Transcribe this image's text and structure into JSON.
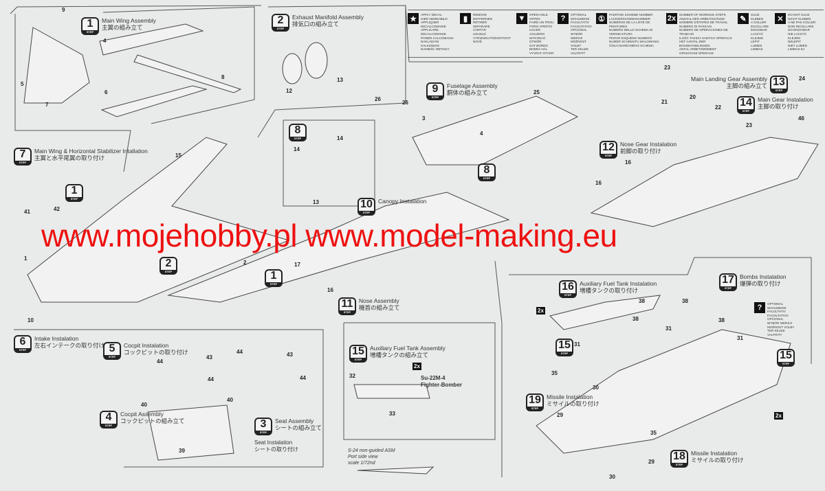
{
  "legend": [
    {
      "icon": "star-icon",
      "glyph": "★",
      "text": "APPLY DECAL\nHIER ABZIEHBILD\nAPPLIQUER DECALCOMANIE\nAPPLICARE DECALCOMANIE\nPONER CALCOMANIA\nNAKLADANI KALKOMANI\nNANIEŚĆ OBTISKY"
    },
    {
      "icon": "remove-icon",
      "glyph": "▮",
      "text": "REMOVE\nENTFERNEN\nRETIRER\nSEPARARE\nCORTAR\nUSUNĄĆ\nVYRIZNOUT/ODHOTOVIT NOVÉ"
    },
    {
      "icon": "open-hole-icon",
      "glyph": "▼",
      "text": "OPEN HOLE\nOFFEN\nFAIRE UN TROU\nFORO APERTO\nHACER AGUJERO\nWYKONAĆ OTWÓR\nGAT BOREN\nBODRA HÁL\nVYVRAT OTVOR"
    },
    {
      "icon": "optional-icon",
      "glyph": "?",
      "text": "OPTIONAL\nWAHLWEISE\nFACULTATIV\nFACOLTATIVO\nOPCIONAL\nWYBÓR WERSJI\nMOŽNOST VOLBY\nTER KEUZE\nVALFRITT"
    },
    {
      "icon": "painting-scheme-icon",
      "glyph": "①",
      "text": "PAINTING SCHEME NUMBER\nLACKIERSCHEMANUMMER\nNUMEROS DE LA LISTE DE PEINTURES\nNUMERO DELLO SCHEMA DI VERNICIATURA\nPINTAR ESQUEMA NUMERO\nNUMER SCHEMATU MALOWANIA\nČÍSLO BAREVNÉHO SCHÉMA"
    },
    {
      "icon": "two-x-icon",
      "glyph": "2x",
      "text": "NUMBER OF WORKING STEPS\nANZAHL DER ARBEITSGÄNGE\nNOMBRE D'ÉTAPES DE TRAVAIL\nNUMERO DI PASSAGI\nNUMERO DE OPERACIONES DE TRABAJO\nILOŚĆ TAKICH SAMYCH OPERACJI\nHET AANTAL DER BOUWHANDLINGEN\nANTAL ARBETSMOMENT\nOPAKOVANÍ OPERACE"
    },
    {
      "icon": "glue-icon",
      "glyph": "✎",
      "text": "GLUE\nKLEBEN\nA COLLER\nINCOLLARE\nENGOMAR\nLACZYĆ KLEJEM\nLEPIT\nLIJMEN\nLIMMAS"
    },
    {
      "icon": "do-not-glue-icon",
      "glyph": "✕",
      "text": "DO NOT GLUE\nNICHT KLEBEN\nA NE PAS COLLER\nNON INCOLLARE\nNO ENGOMAR\nNIE LACZYĆ KLEJEM\nNELEPIT\nNIET LIJMEN\nLIMMAS EJ"
    }
  ],
  "steps": [
    {
      "num": "1",
      "en": "Main Wing Assembly",
      "jp": "主翼の組み立て"
    },
    {
      "num": "2",
      "en": "Exhaust Manifold Assembly",
      "jp": "排気口の組み立て"
    },
    {
      "num": "7",
      "en": "Main Wing & Horizontal Stabilizer Intallation",
      "jp": "主翼と水平尾翼の取り付け"
    },
    {
      "num": "8",
      "en": "",
      "jp": ""
    },
    {
      "num": "9",
      "en": "Fuselage Assembly",
      "jp": "胴体の組み立て"
    },
    {
      "num": "8",
      "en": "",
      "jp": ""
    },
    {
      "num": "1",
      "en": "",
      "jp": ""
    },
    {
      "num": "10",
      "en": "Canopy Instalation",
      "jp": ""
    },
    {
      "num": "12",
      "en": "Nose Gear Instalation",
      "jp": "前脚の取り付け"
    },
    {
      "num": "13",
      "en": "Main Landing Gear Assembly",
      "jp": "主脚の組み立て"
    },
    {
      "num": "14",
      "en": "Main Gear Instalation",
      "jp": "主脚の取り付け"
    },
    {
      "num": "2",
      "en": "",
      "jp": ""
    },
    {
      "num": "1",
      "en": "",
      "jp": ""
    },
    {
      "num": "11",
      "en": "Nose Assembly",
      "jp": "機首の組み立て"
    },
    {
      "num": "6",
      "en": "Intake Instalation",
      "jp": "左右インテークの取り付け"
    },
    {
      "num": "5",
      "en": "Cocpit Instalation",
      "jp": "コックピットの取り付け"
    },
    {
      "num": "4",
      "en": "Cocpit Assembly",
      "jp": "コックピットの組み立て"
    },
    {
      "num": "3",
      "en": "Seat Assembly",
      "jp": "シートの組み立て"
    },
    {
      "num": "15",
      "en": "Auxiliary Fuel Tank Assembly",
      "jp": "増槽タンクの組み立て"
    },
    {
      "num": "16",
      "en": "Auxiliary Fuel Tank Instalation",
      "jp": "増槽タンクの取り付け"
    },
    {
      "num": "17",
      "en": "Bombs Instalation",
      "jp": "爆弾の取り付け"
    },
    {
      "num": "15",
      "en": "",
      "jp": ""
    },
    {
      "num": "15",
      "en": "",
      "jp": ""
    },
    {
      "num": "19",
      "en": "Missile Instalation",
      "jp": "ミサイルの取り付け"
    },
    {
      "num": "18",
      "en": "Missile Instalation",
      "jp": "ミサイルの取り付け"
    }
  ],
  "step_label": "STEP",
  "seat_install": {
    "en": "Seat Instalation",
    "jp": "シートの取り付け"
  },
  "aircraft_caption": {
    "name": "Su-22M-4",
    "role": "Fighter-Bomber"
  },
  "asm_caption": [
    "S-24 non-guided ASM",
    "Port side view",
    "scale 1/72nd"
  ],
  "optional_note": "OPTIONAL\nWAHLWEISE\nFACULTATIV\nFACOLTATIVO\nOPCIONAL\nWYBÓR WERSJI\nMOŽNOST VOLBY\nTER KEUZE\nVALFRITT",
  "two_x": "2x",
  "watermark": "www.mojehobby.pl www.model-making.eu",
  "parts": [
    "9",
    "4",
    "8",
    "5",
    "6",
    "7",
    "12",
    "13",
    "14",
    "14",
    "13",
    "15",
    "41",
    "42",
    "1",
    "26",
    "26",
    "3",
    "4",
    "25",
    "24",
    "23",
    "20",
    "21",
    "22",
    "16",
    "16",
    "46",
    "23",
    "2",
    "17",
    "16",
    "10",
    "44",
    "43",
    "44",
    "40",
    "40",
    "39",
    "44",
    "43",
    "44",
    "32",
    "33",
    "38",
    "38",
    "38",
    "38",
    "31",
    "31",
    "31",
    "35",
    "30",
    "29",
    "35",
    "29",
    "30"
  ]
}
